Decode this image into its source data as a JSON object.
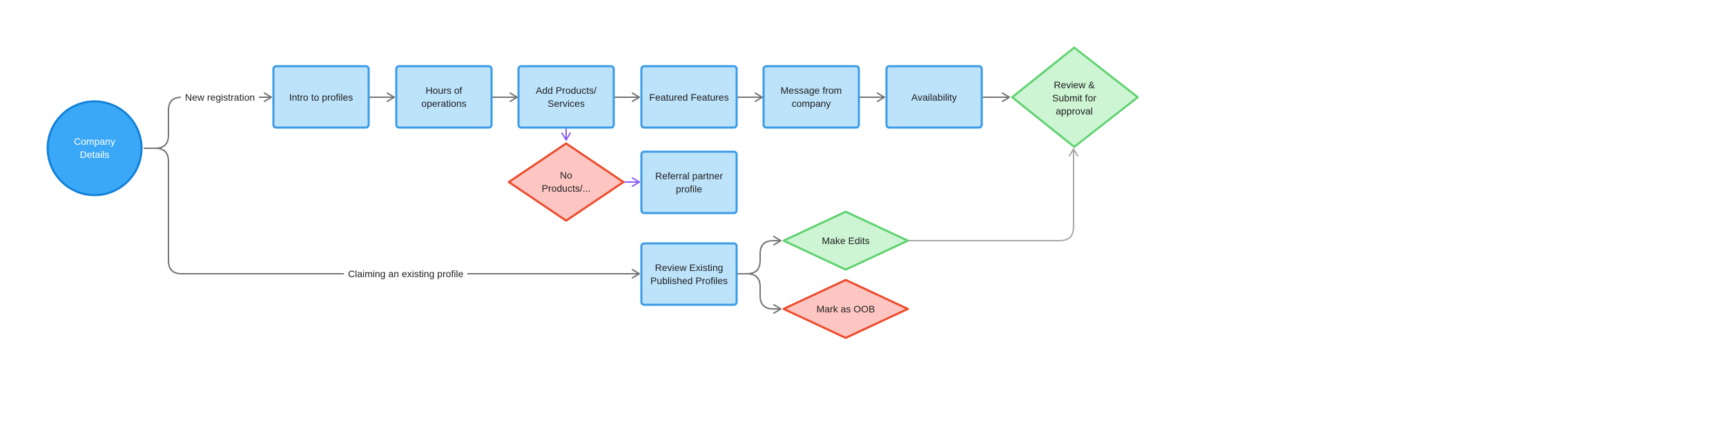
{
  "diagram": {
    "colors": {
      "process_fill": "#bde3fb",
      "process_stroke": "#3a9be6",
      "start_fill": "#3aa8f7",
      "start_stroke": "#1180d8",
      "approve_fill": "#cdf4d3",
      "approve_stroke": "#5fd270",
      "reject_fill": "#fdc6c3",
      "reject_stroke": "#ee4b2b",
      "edge_gray": "#757575",
      "edge_light_gray": "#a8a8a8",
      "edge_purple": "#8a5cf5"
    },
    "nodes": {
      "company_details": "Company Details",
      "intro_to_profiles": "Intro to profiles",
      "hours_of_operations": "Hours of operations",
      "add_products_services": "Add Products/ Services",
      "featured_features": "Featured Features",
      "message_from_company": "Message from company",
      "availability": "Availability",
      "review_submit": "Review & Submit for approval",
      "no_products": "No Products/...",
      "referral_partner_profile": "Referral partner profile",
      "review_existing": "Review Existing Published Profiles",
      "make_edits": "Make Edits",
      "mark_as_oob": "Mark as OOB"
    },
    "edge_labels": {
      "new_registration": "New registration",
      "claiming_existing": "Claiming an existing profile"
    }
  }
}
